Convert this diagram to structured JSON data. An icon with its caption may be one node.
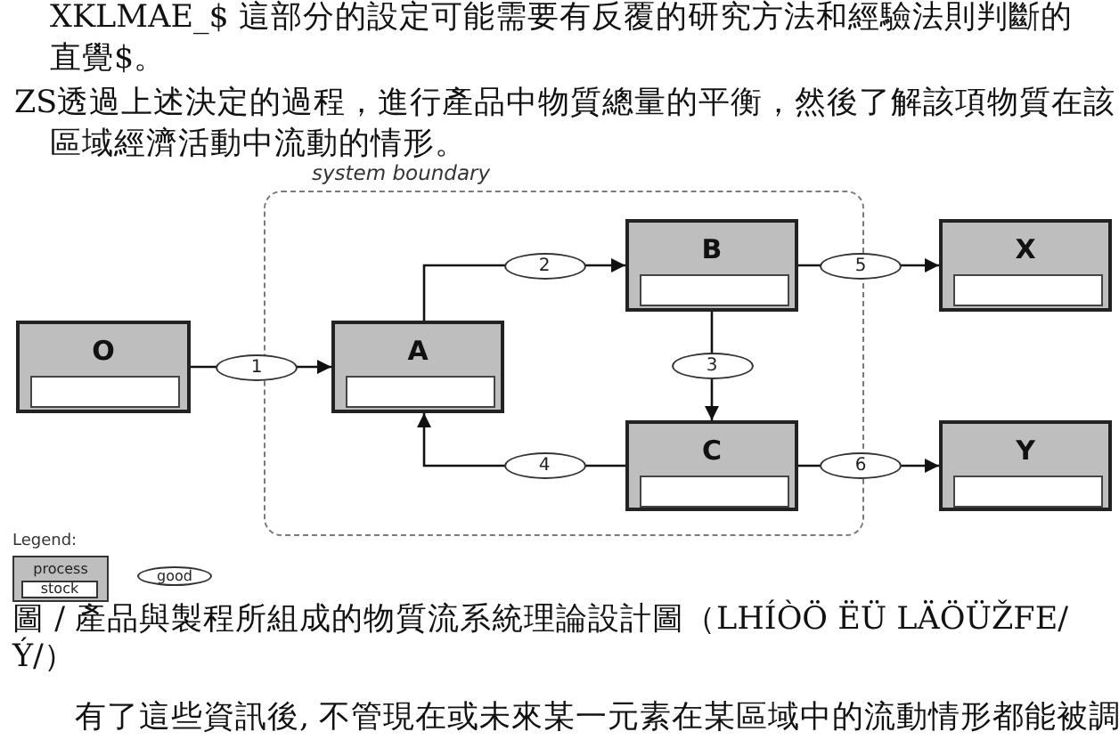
{
  "diagram": {
    "caption": "圖 / 產品與製程所組成的物質流系統理論設計圖（LHÍÒÖ ËÜ LÄÖÜŽFE/Ý/）",
    "nodes": [
      {
        "text": [
          "system boundary"
        ]
      },
      {
        "text": [
          "O"
        ]
      },
      {
        "text": [
          "A"
        ],
        "in": 0
      },
      {
        "text": [
          "B"
        ],
        "in": 0
      },
      {
        "text": [
          "C"
        ],
        "in": 0
      },
      {
        "text": [
          "X"
        ]
      },
      {
        "text": [
          "Y"
        ]
      }
    ],
    "edges": [
      {
        "from": 1,
        "to": 2,
        "arrow": "to",
        "label": "1"
      },
      {
        "from": 2,
        "to": 3,
        "arrow": "to",
        "label": "2"
      },
      {
        "from": 3,
        "to": 4,
        "arrow": "to",
        "label": "3"
      },
      {
        "from": 4,
        "to": 2,
        "arrow": "to",
        "label": "4"
      },
      {
        "from": 3,
        "to": 5,
        "arrow": "to",
        "label": "5"
      },
      {
        "from": 4,
        "to": 6,
        "arrow": "to",
        "label": "6"
      }
    ],
    "labels": [
      "XKLMAE_$ 這部分的設定可能需要有反覆的研究方法和經驗法則判斷的直覺$。",
      "ZS透過上述決定的過程，進行產品中物質總量的平衡，然後了解該項物質在該區域經濟活動中流動的情形。",
      "Legend:",
      "有了這些資訊後, 不管現在或未來某一元素在某區域中的流動情形都能被調"
    ],
    "legend": [
      {
        "text": "process"
      },
      {
        "text": "stock"
      },
      {
        "text": "good"
      }
    ]
  }
}
